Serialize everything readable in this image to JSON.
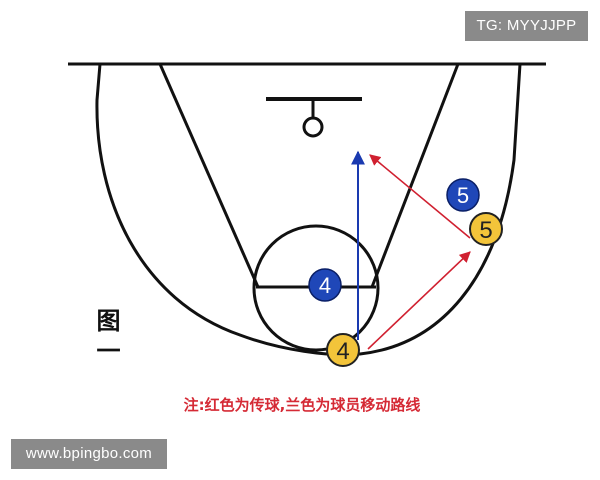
{
  "figure_label": "图一",
  "note": "注:红色为传球,兰色为球员移动路线",
  "watermark_top": "TG: MYYJJPP",
  "watermark_bottom": "www.bpingbo.com",
  "players": [
    {
      "team": "blue",
      "number": "4"
    },
    {
      "team": "blue",
      "number": "5"
    },
    {
      "team": "yellow",
      "number": "4"
    },
    {
      "team": "yellow",
      "number": "5"
    }
  ],
  "colors": {
    "court_line": "#111111",
    "blue_player": "#1f47b8",
    "yellow_player": "#f3c43a",
    "pass_line": "#d02030",
    "move_line": "#1a3ab0",
    "note_text": "#d52a35",
    "badge_bg": "#8a8a8a"
  }
}
